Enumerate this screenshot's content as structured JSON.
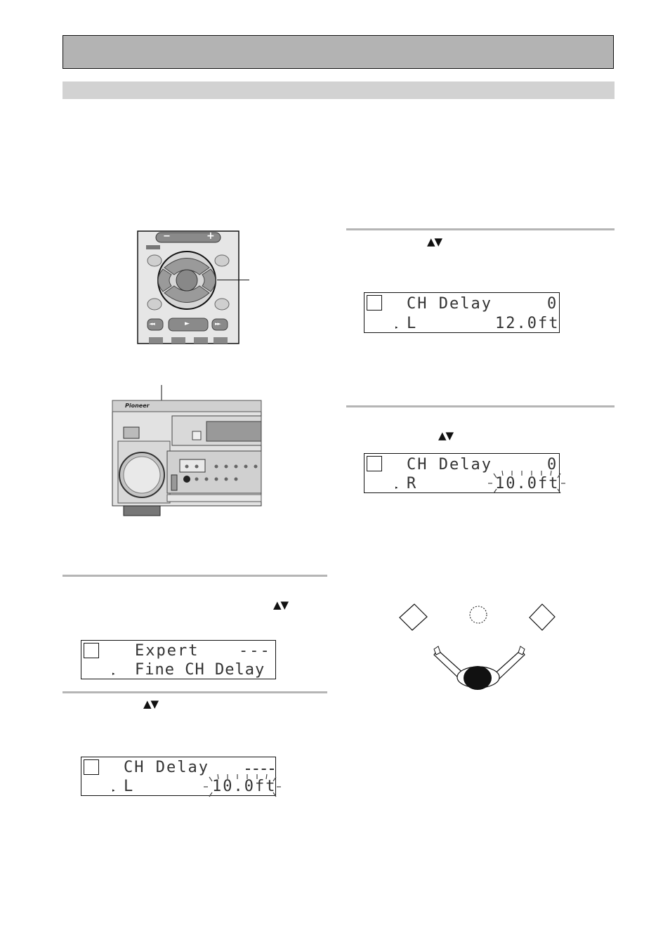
{
  "page": {
    "title_bar": "",
    "subtitle_bar": ""
  },
  "step_arrows": "▲▼",
  "displays": {
    "expert": {
      "line1_label": "Expert",
      "line1_value": "---",
      "line2_label": "Fine CH Delay"
    },
    "delay_l_initial": {
      "line1_label": "CH Delay",
      "line2_channel": "L",
      "line2_value": "10.0ft"
    },
    "delay_l_set": {
      "line1_label": "CH Delay",
      "line1_value": "0",
      "line2_channel": "L",
      "line2_value": "12.0ft"
    },
    "delay_r": {
      "line1_label": "CH Delay",
      "line1_value": "0",
      "line2_channel": "R",
      "line2_value": "10.0ft"
    }
  },
  "remote": {
    "volume_minus": "−",
    "volume_plus": "+",
    "play_symbol": "►",
    "rew_symbol": "◄◄",
    "ff_symbol": "►►"
  },
  "receiver": {
    "brand_logo": "Pioneer"
  },
  "icons": {
    "remote": "remote-control-icon",
    "receiver": "receiver-front-panel-icon",
    "listener": "listener-speakers-diagram-icon"
  }
}
